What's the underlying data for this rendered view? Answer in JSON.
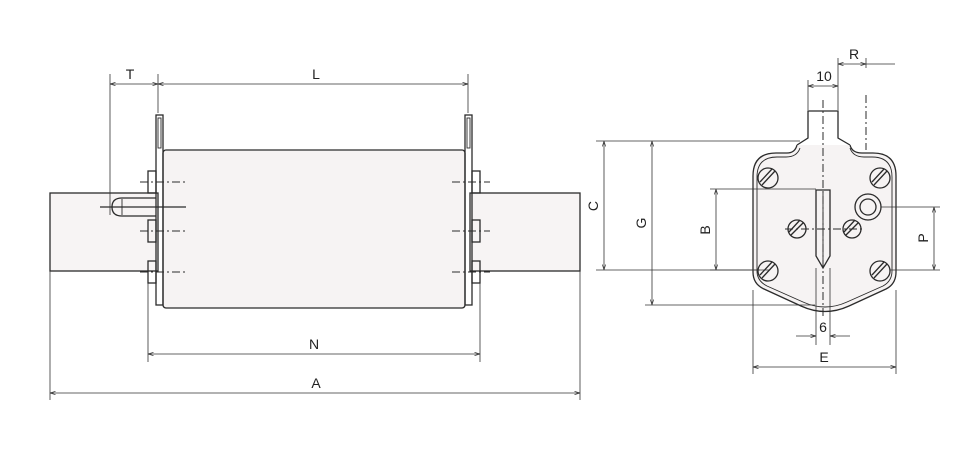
{
  "drawing": {
    "labels": {
      "T": "T",
      "L": "L",
      "N": "N",
      "A": "A",
      "R": "R",
      "ten": "10",
      "C": "C",
      "G": "G",
      "B": "B",
      "P": "P",
      "six": "6",
      "E": "E"
    },
    "colors": {
      "stroke": "#2b2b2b",
      "body_fill": "#f6f3f3",
      "background": "#ffffff"
    }
  }
}
